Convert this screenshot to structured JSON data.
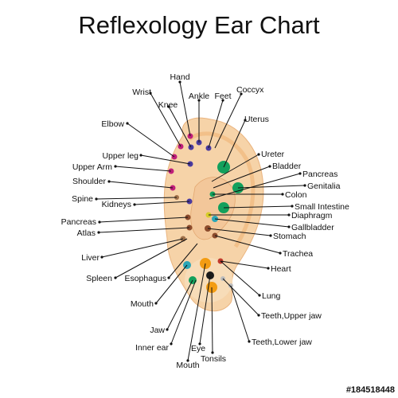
{
  "title": "Reflexology Ear Chart",
  "watermark": "#184518448",
  "labels": {
    "hand": "Hand",
    "wrist": "Wrist",
    "knee": "Knee",
    "ankle": "Ankle",
    "feet": "Feet",
    "coccyx": "Coccyx",
    "uterus": "Uterus",
    "elbow": "Elbow",
    "upper_leg": "Upper leg",
    "upper_arm": "Upper Arm",
    "shoulder": "Shoulder",
    "spine": "Spine",
    "kidneys": "Kidneys",
    "pancreas_left": "Pancreas",
    "atlas": "Atlas",
    "liver": "Liver",
    "spleen": "Spleen",
    "esophagus": "Esophagus",
    "mouth_left": "Mouth",
    "jaw": "Jaw",
    "inner_ear": "Inner ear",
    "eye": "Eye",
    "mouth_bottom": "Mouth",
    "tonsils": "Tonsils",
    "ureter": "Ureter",
    "bladder": "Bladder",
    "pancreas_right": "Pancreas",
    "genitalia": "Genitalia",
    "colon": "Colon",
    "small_intestine": "Small Intestine",
    "diaphragm": "Diaphragm",
    "gallbladder": "Gallbladder",
    "stomach": "Stomach",
    "trachea": "Trachea",
    "heart": "Heart",
    "lung": "Lung",
    "teeth_upper_jaw": "Teeth,Upper jaw",
    "teeth_lower_jaw": "Teeth,Lower jaw"
  }
}
